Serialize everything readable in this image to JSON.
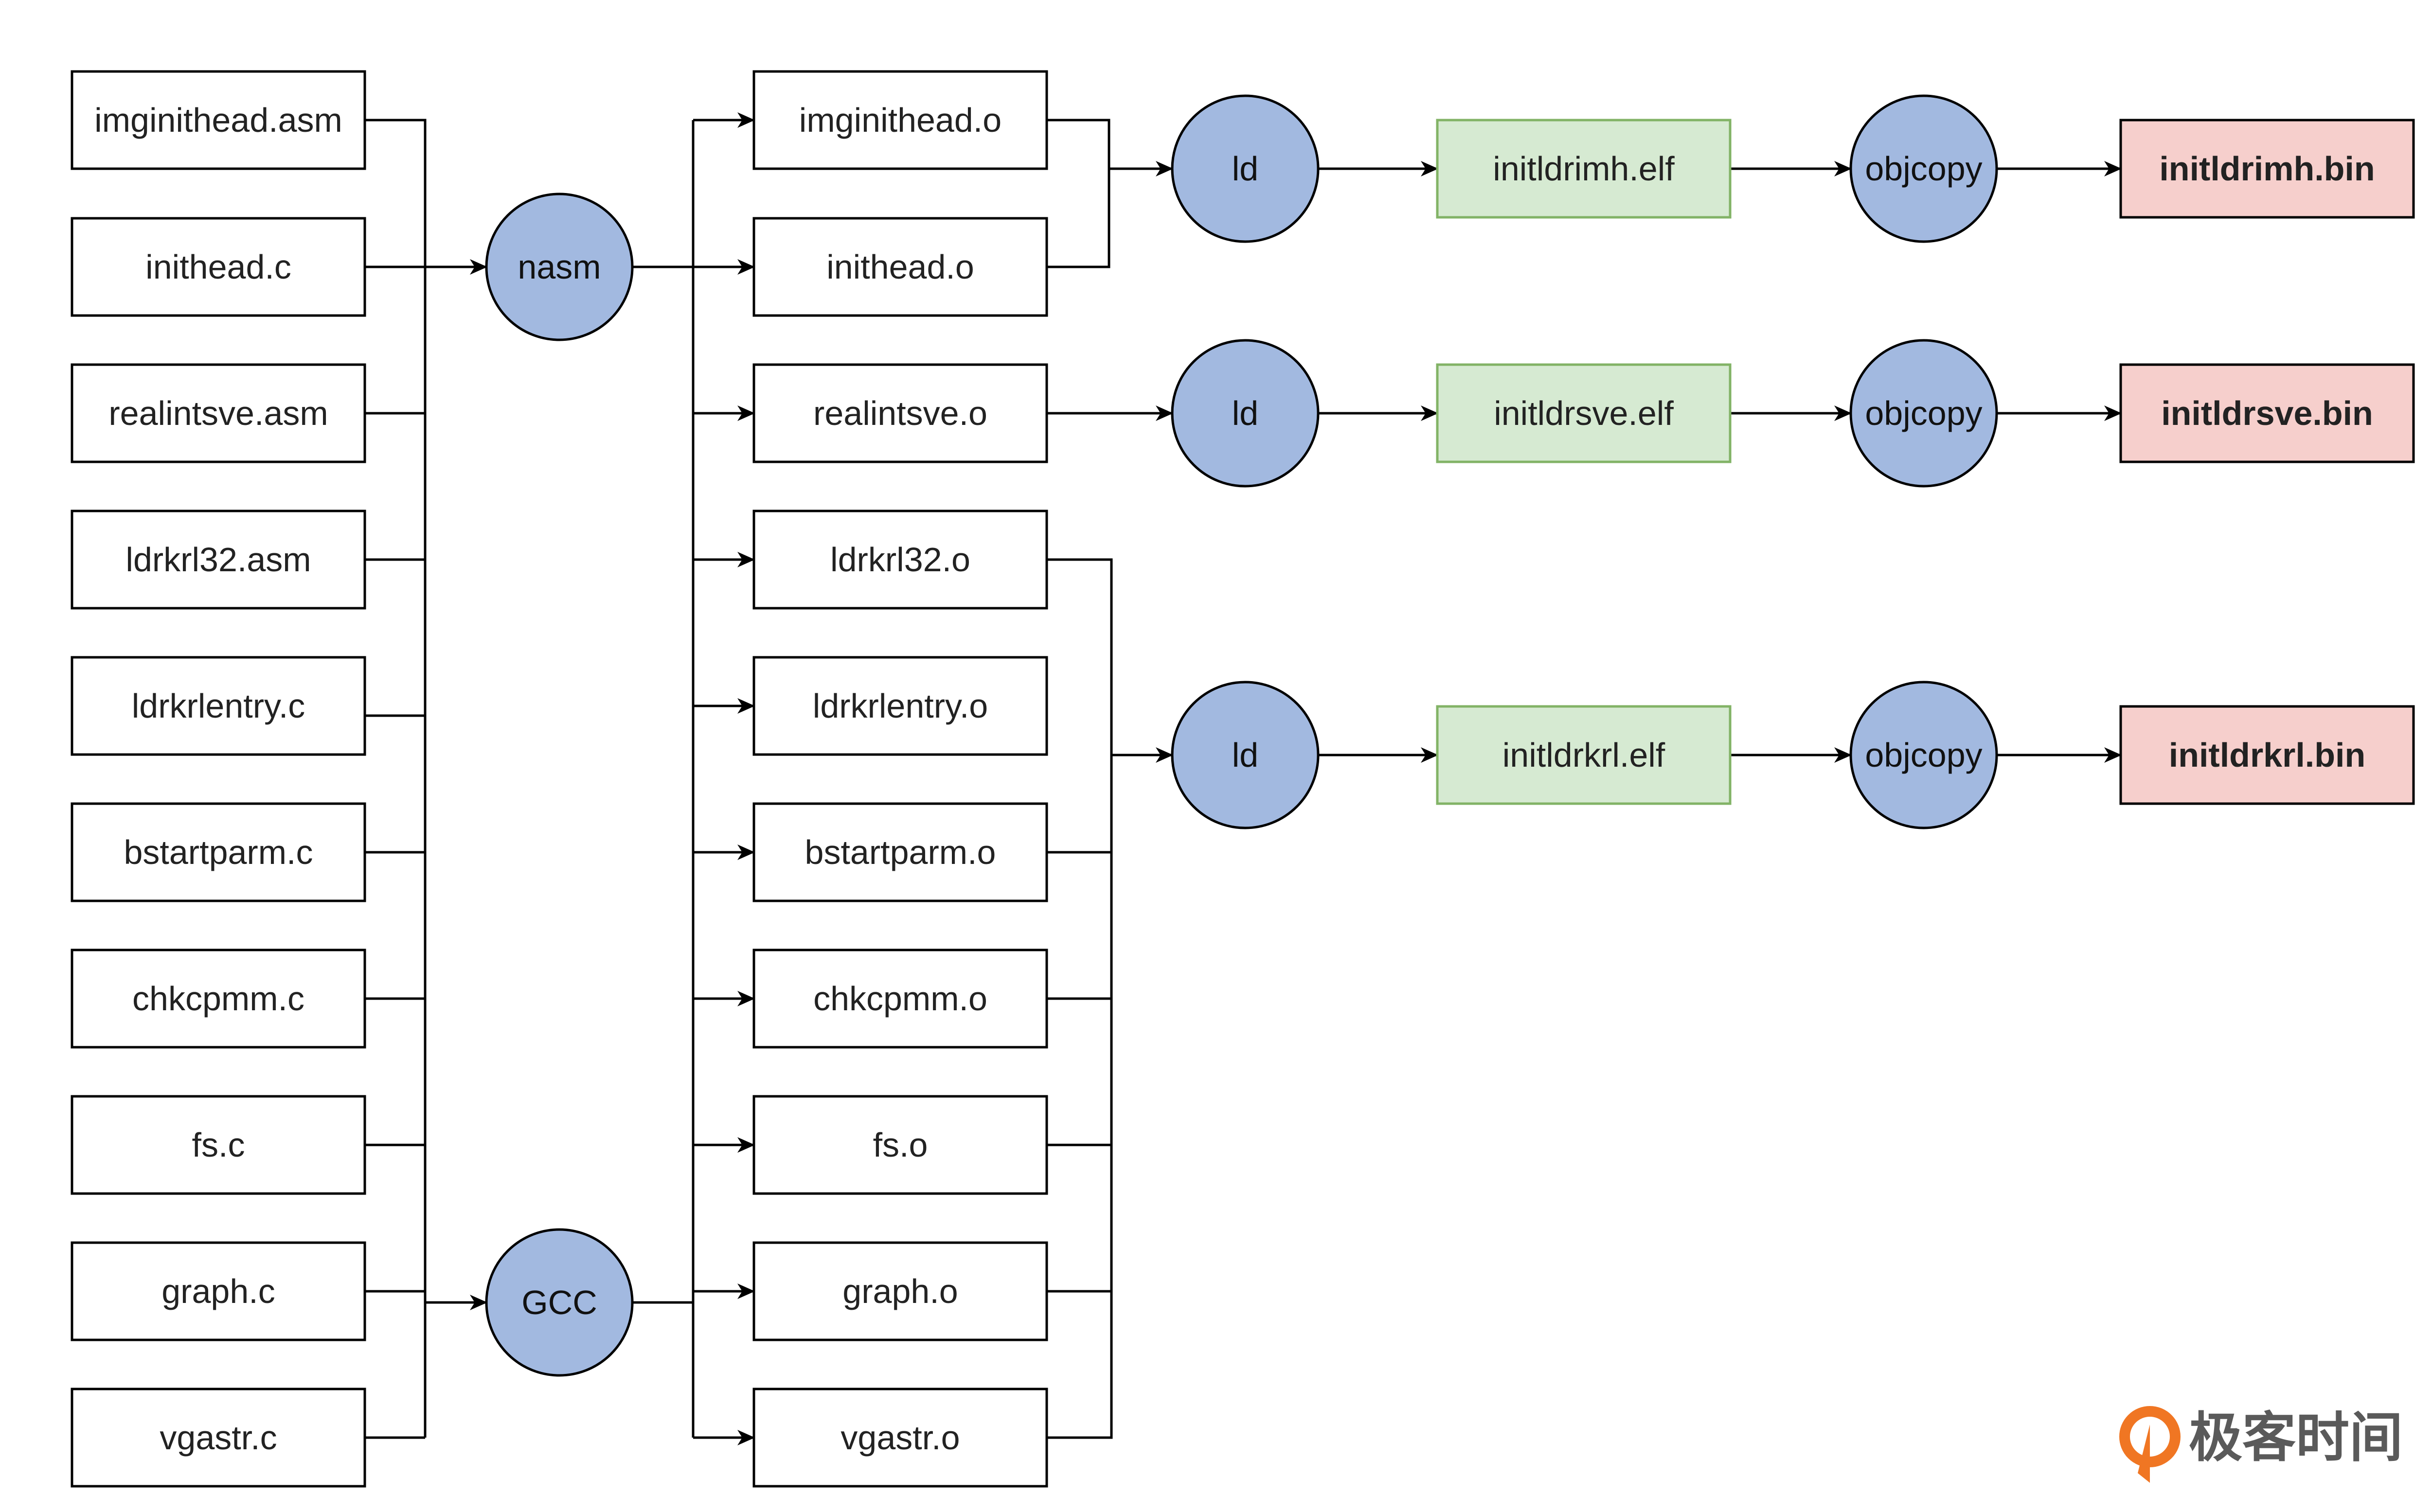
{
  "sources": [
    "imginithead.asm",
    "inithead.c",
    "realintsve.asm",
    "ldrkrl32.asm",
    "ldrkrlentry.c",
    "bstartparm.c",
    "chkcpmm.c",
    "fs.c",
    "graph.c",
    "vgastr.c"
  ],
  "tools": {
    "nasm": "nasm",
    "gcc": "GCC"
  },
  "objects": [
    "imginithead.o",
    "inithead.o",
    "realintsve.o",
    "ldrkrl32.o",
    "ldrkrlentry.o",
    "bstartparm.o",
    "chkcpmm.o",
    "fs.o",
    "graph.o",
    "vgastr.o"
  ],
  "pipelines": [
    {
      "linker": "ld",
      "elf": "initldrimh.elf",
      "converter": "objcopy",
      "bin": "initldrimh.bin"
    },
    {
      "linker": "ld",
      "elf": "initldrsve.elf",
      "converter": "objcopy",
      "bin": "initldrsve.bin"
    },
    {
      "linker": "ld",
      "elf": "initldrkrl.elf",
      "converter": "objcopy",
      "bin": "initldrkrl.bin"
    }
  ],
  "colors": {
    "tool_fill": "#a2b9e0",
    "elf_fill": "#d6ead2",
    "elf_stroke": "#82b366",
    "bin_fill": "#f6cfcc",
    "line": "#000000",
    "logo_orange": "#f07623"
  },
  "logo": {
    "text": "极客时间",
    "icon": "geektime-logo-icon"
  }
}
